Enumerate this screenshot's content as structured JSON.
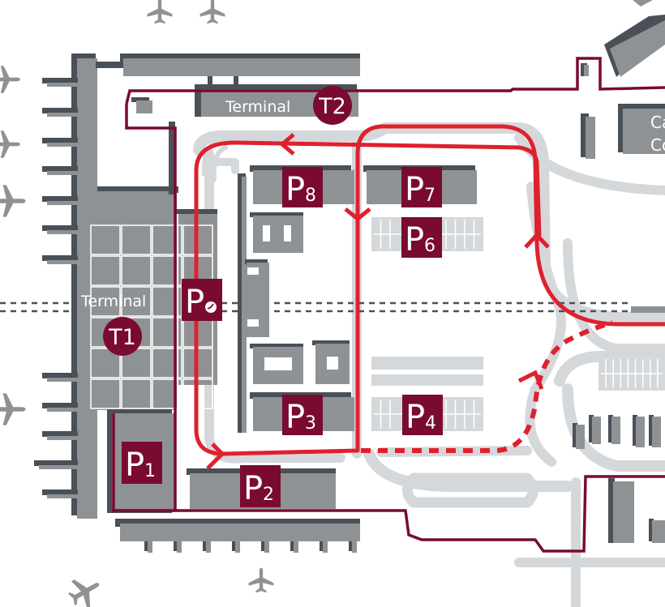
{
  "map": {
    "title": "Airport parking map",
    "colors": {
      "brand": "#7a0a30",
      "route": "#e0202e",
      "building": "#8f9295",
      "building_shadow": "#4a5058",
      "road": "#d5d8da"
    },
    "terminals": [
      {
        "id": "T1",
        "label": "Terminal",
        "code": "T1"
      },
      {
        "id": "T2",
        "label": "Terminal",
        "code": "T2"
      }
    ],
    "parkings": [
      {
        "id": "P1",
        "letter": "P",
        "number": "1"
      },
      {
        "id": "P2",
        "letter": "P",
        "number": "2"
      },
      {
        "id": "P3",
        "letter": "P",
        "number": "3"
      },
      {
        "id": "P4",
        "letter": "P",
        "number": "4"
      },
      {
        "id": "P6",
        "letter": "P",
        "number": "6"
      },
      {
        "id": "P7",
        "letter": "P",
        "number": "7"
      },
      {
        "id": "P8",
        "letter": "P",
        "number": "8"
      },
      {
        "id": "Pexpress",
        "letter": "P",
        "number": "",
        "icon": "clock-icon"
      }
    ],
    "partial_label": {
      "line1": "Ca",
      "line2": "Co"
    },
    "icons": [
      "airplane-icon",
      "clock-icon"
    ]
  }
}
